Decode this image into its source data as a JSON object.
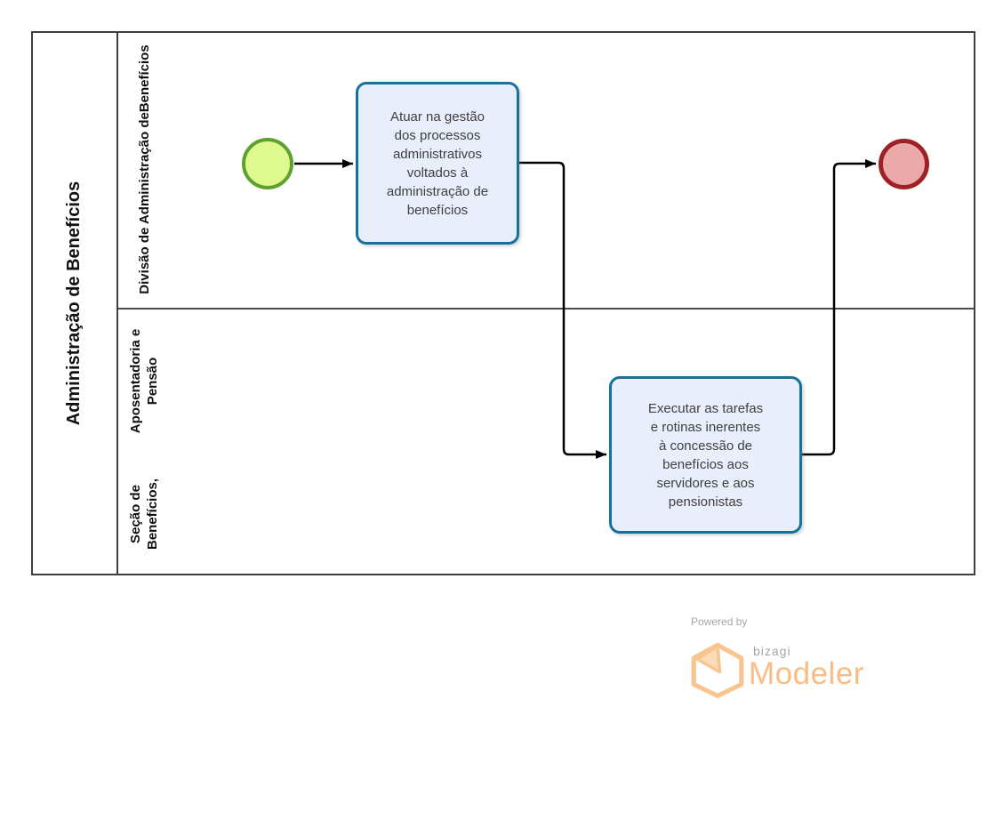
{
  "diagram": {
    "pool": {
      "label": "Administração de Benefícios"
    },
    "lanes": [
      {
        "id": "lane-divisao",
        "label_lines": [
          "Divisão de Administração de",
          "Benefícios"
        ]
      },
      {
        "id": "lane-secao",
        "label_lines": [
          "Seção de Benefícios,",
          "Aposentadoria e Pensão"
        ]
      }
    ],
    "nodes": {
      "start_event": {
        "type": "bpmn-start-event"
      },
      "task1": {
        "lines": [
          "Atuar na gestão",
          "dos processos",
          "administrativos",
          "voltados à",
          "administração de",
          "benefícios"
        ]
      },
      "task2": {
        "lines": [
          "Executar as tarefas",
          "e rotinas inerentes",
          "à concessão de",
          "benefícios aos",
          "servidores e aos",
          "pensionistas"
        ]
      },
      "end_event": {
        "type": "bpmn-end-event"
      }
    },
    "flows": [
      {
        "from": "start_event",
        "to": "task1"
      },
      {
        "from": "task1",
        "to": "task2"
      },
      {
        "from": "task2",
        "to": "end_event"
      }
    ],
    "colors": {
      "task_fill": "#e9eefb",
      "task_border": "#15729b",
      "start_fill": "#ddf98f",
      "start_border": "#5ea130",
      "end_fill": "#eba9a9",
      "end_border": "#9f2025",
      "pool_border": "#3f3f3f",
      "connector": "#000000",
      "brand_orange": "#f8bd84",
      "brand_gray": "#a6a6a6"
    }
  },
  "branding": {
    "powered_by": "Powered by",
    "brand": "bizagi",
    "product": "Modeler"
  }
}
